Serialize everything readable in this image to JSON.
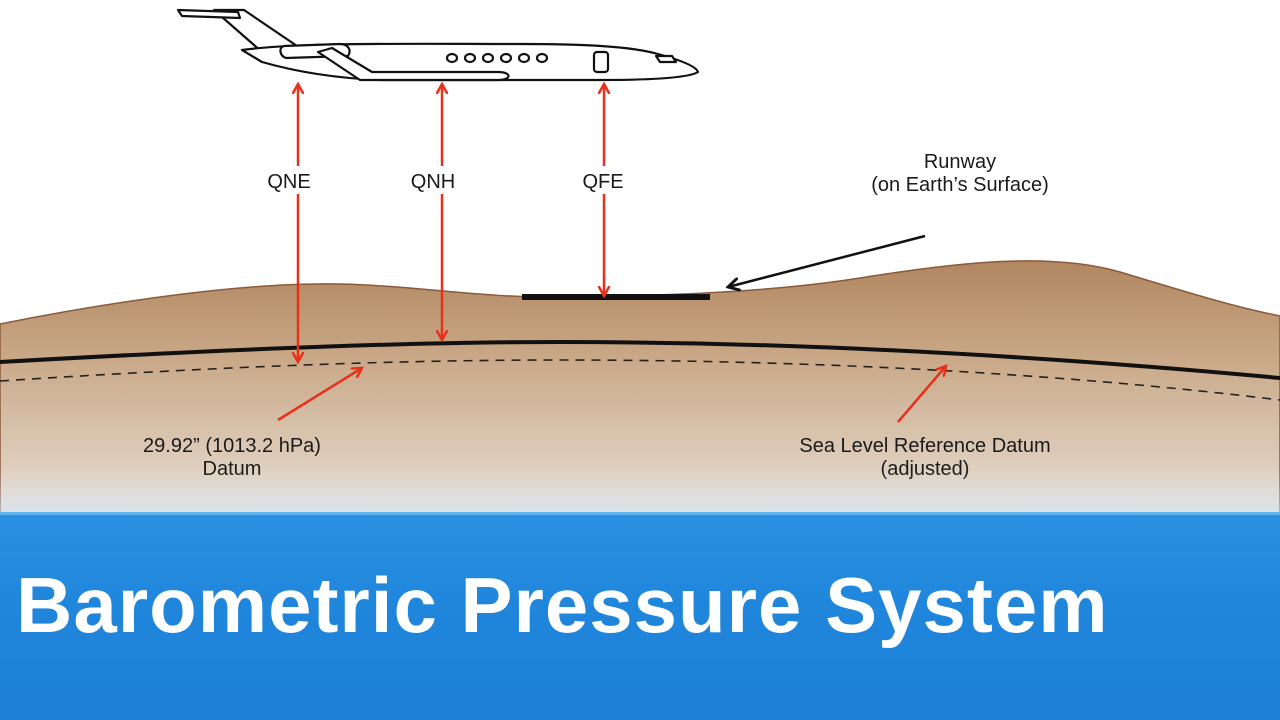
{
  "diagram": {
    "arrows": [
      {
        "label": "QNE",
        "meaning": "altitude above 29.92 inHg / 1013.2 hPa datum"
      },
      {
        "label": "QNH",
        "meaning": "altitude above sea level reference datum"
      },
      {
        "label": "QFE",
        "meaning": "height above runway"
      }
    ],
    "runway_label_line1": "Runway",
    "runway_label_line2": "(on Earth’s Surface)",
    "datum_label_line1": "29.92” (1013.2 hPa)",
    "datum_label_line2": "Datum",
    "sea_level_label_line1": "Sea Level Reference Datum",
    "sea_level_label_line2": "(adjusted)"
  },
  "banner": {
    "title": "Barometric Pressure System"
  },
  "colors": {
    "arrow": "#e8311a",
    "ground_top": "#b48a63",
    "ground_bottom": "#e8ddd2",
    "banner": "#1f86dc",
    "title_text": "#ffffff"
  }
}
